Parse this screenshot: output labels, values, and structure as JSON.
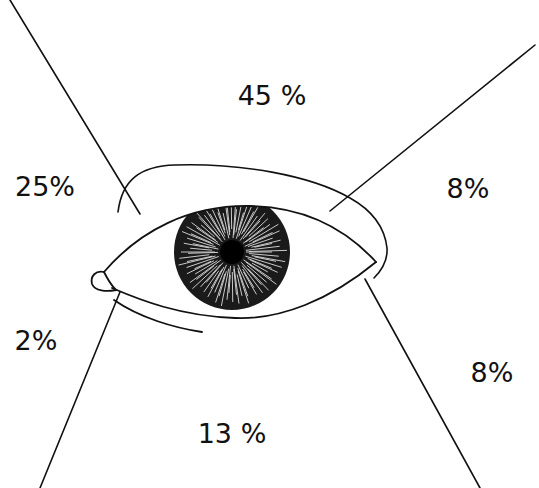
{
  "diagram": {
    "labels": [
      "45 %",
      "25%",
      "8%",
      "2%",
      "8%",
      "13 %"
    ]
  }
}
